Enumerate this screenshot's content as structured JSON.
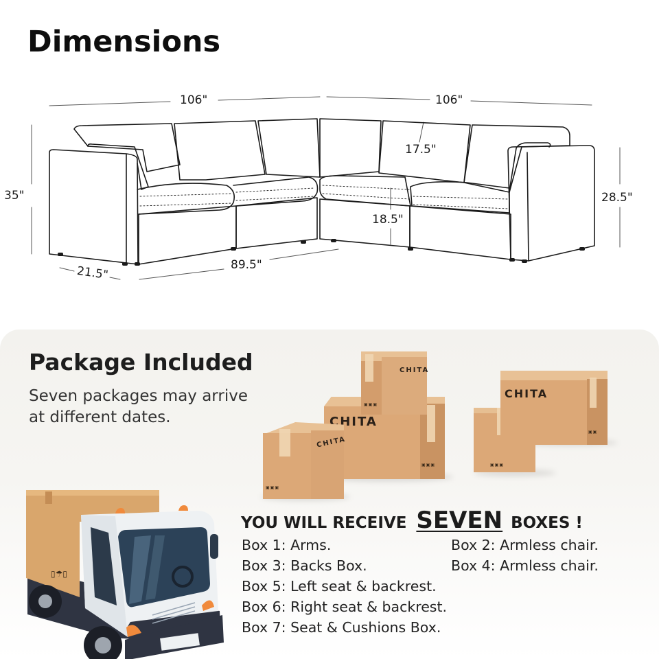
{
  "header": {
    "title": "Dimensions"
  },
  "dimensions": {
    "left_width": "106\"",
    "right_width": "106\"",
    "overall_height": "35\"",
    "arm_depth": "21.5\"",
    "seat_run": "89.5\"",
    "back_height": "17.5\"",
    "seat_height": "18.5\"",
    "arm_height": "28.5\""
  },
  "package": {
    "title": "Package Included",
    "subtitle_line1": "Seven packages may arrive",
    "subtitle_line2": "at different dates."
  },
  "boxes_illustration": {
    "brand": "CHITA",
    "count_shown": 5,
    "color_front": "#dca877",
    "color_side": "#c99362"
  },
  "headline": {
    "prefix": "YOU WILL RECEIVE",
    "emphasis": "SEVEN",
    "suffix": "BOXES !"
  },
  "box_list": [
    [
      "Box 1: Arms.",
      "Box 2: Armless chair."
    ],
    [
      "Box 3: Backs Box.",
      "Box 4: Armless chair."
    ],
    [
      "Box 5: Left seat & backrest."
    ],
    [
      "Box 6: Right seat & backrest."
    ],
    [
      "Box 7: Seat & Cushions Box."
    ]
  ],
  "colors": {
    "panel_bg": "#f3f2ee",
    "text_dark": "#1c1c1c",
    "cardboard": "#dca877",
    "truck_cab": "#eef1f3",
    "truck_chassis": "#2f3442",
    "beacon": "#f08a3c"
  }
}
